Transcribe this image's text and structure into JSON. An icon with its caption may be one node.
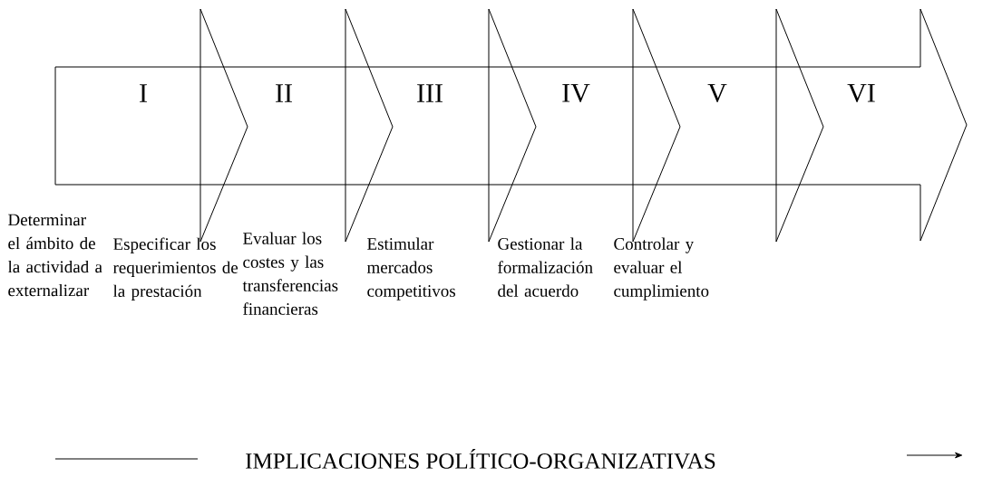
{
  "diagram": {
    "nodes": [
      {
        "text": [
          "I"
        ]
      },
      {
        "text": [
          "II"
        ]
      },
      {
        "text": [
          "III"
        ]
      },
      {
        "text": [
          "IV"
        ]
      },
      {
        "text": [
          "V"
        ]
      },
      {
        "text": [
          "VI"
        ]
      }
    ],
    "labels": [
      "Determinar el ámbito de la actividad a externalizar",
      "Especificar los requerimientos de la prestación",
      "Evaluar los costes y las transferencias financieras",
      "Estimular mercados competitivos",
      "Gestionar la formalización del acuerdo",
      "Controlar y evaluar el cumplimiento",
      "IMPLICACIONES POLÍTICO-ORGANIZATIVAS"
    ]
  }
}
